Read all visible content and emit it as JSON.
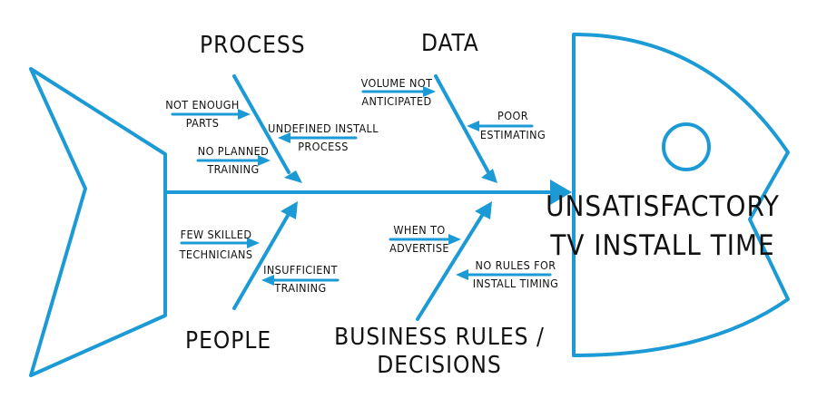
{
  "colors": {
    "accent": "#1b9ad6",
    "text": "#111111"
  },
  "problem": {
    "line1": "UNSATISFACTORY",
    "line2": "TV INSTALL TIME"
  },
  "categories": {
    "process": "PROCESS",
    "data": "DATA",
    "people": "PEOPLE",
    "business_rules_1": "BUSINESS RULES /",
    "business_rules_2": "DECISIONS"
  },
  "causes": {
    "process": [
      {
        "line1": "NOT ENOUGH",
        "line2": "PARTS"
      },
      {
        "line1": "UNDEFINED INSTALL",
        "line2": "PROCESS"
      },
      {
        "line1": "NO PLANNED",
        "line2": "TRAINING"
      }
    ],
    "data": [
      {
        "line1": "VOLUME NOT",
        "line2": "ANTICIPATED"
      },
      {
        "line1": "POOR",
        "line2": "ESTIMATING"
      }
    ],
    "people": [
      {
        "line1": "FEW SKILLED",
        "line2": "TECHNICIANS"
      },
      {
        "line1": "INSUFFICIENT",
        "line2": "TRAINING"
      }
    ],
    "business_rules": [
      {
        "line1": "WHEN TO",
        "line2": "ADVERTISE"
      },
      {
        "line1": "NO RULES FOR",
        "line2": "INSTALL TIMING"
      }
    ]
  }
}
